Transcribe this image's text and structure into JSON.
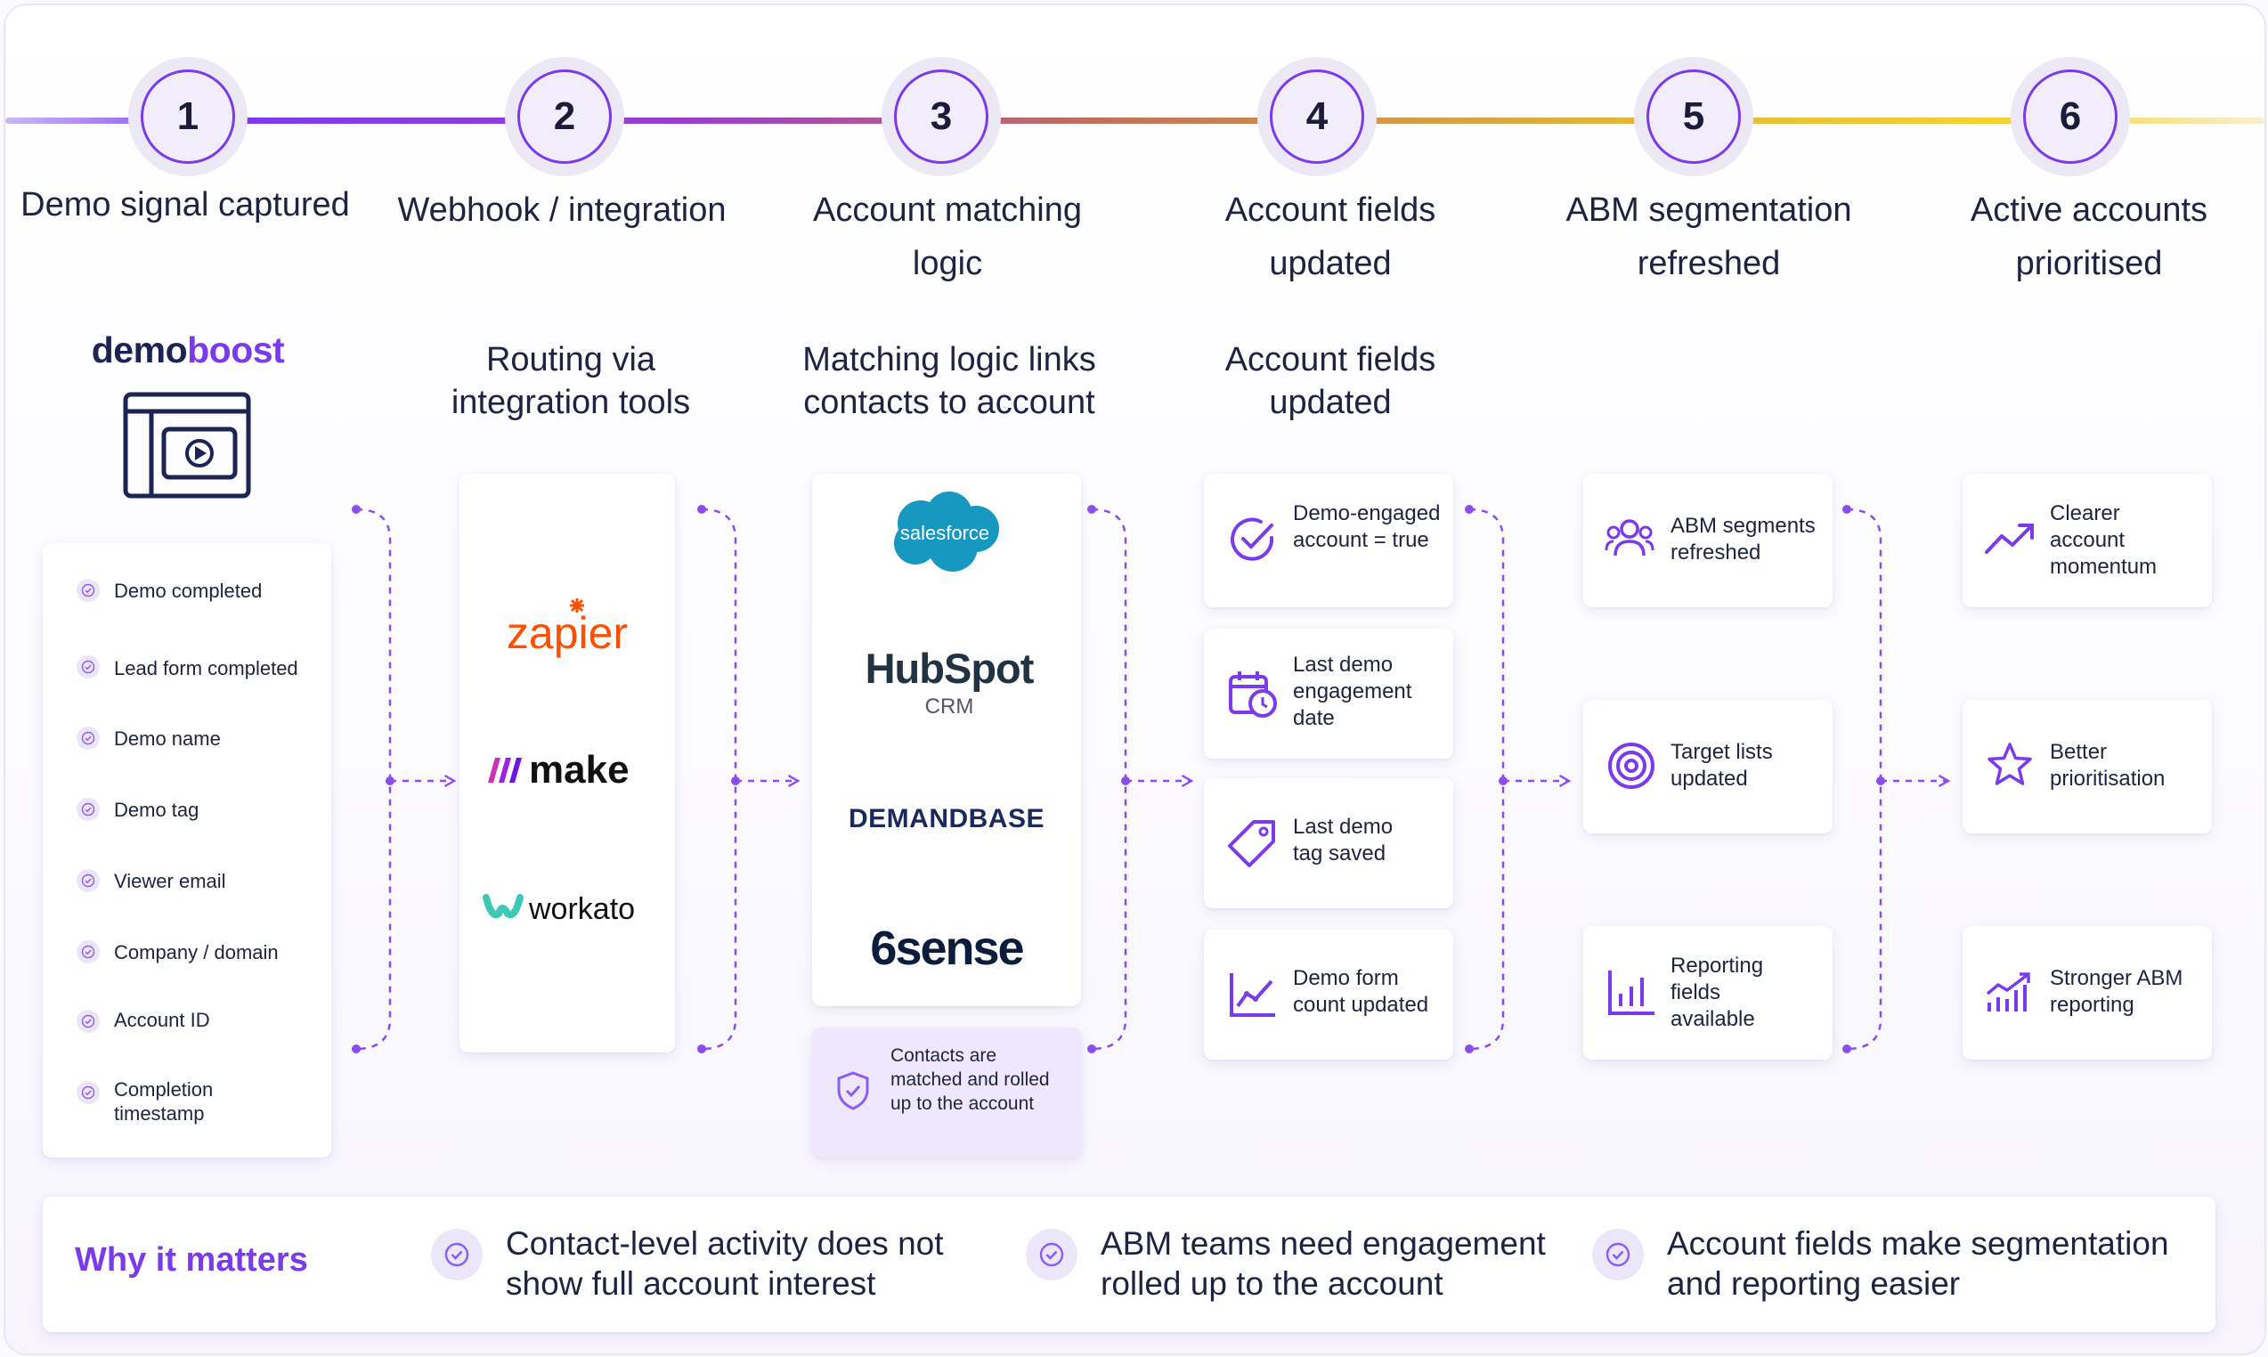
{
  "steps": [
    {
      "num": "1",
      "title": "Demo signal captured"
    },
    {
      "num": "2",
      "title": "Webhook / integration"
    },
    {
      "num": "3",
      "title": "Account matching logic"
    },
    {
      "num": "4",
      "title": "Account fields updated"
    },
    {
      "num": "5",
      "title": "ABM segmentation refreshed"
    },
    {
      "num": "6",
      "title": "Active accounts prioritised"
    }
  ],
  "col1": {
    "brand_demo": "demo",
    "brand_boost": "boost",
    "items": [
      "Demo completed",
      "Lead form completed",
      "Demo name",
      "Demo tag",
      "Viewer email",
      "Company / domain",
      "Account ID",
      "Completion timestamp"
    ]
  },
  "col2": {
    "subtitle": "Routing via integration tools",
    "logos": {
      "zapier": "zapier",
      "make": "make",
      "workato": "workato"
    }
  },
  "col3": {
    "subtitle": "Matching logic links contacts to account",
    "logos": {
      "salesforce": "salesforce",
      "hubspot": "HubSpot",
      "hubspot_sub": "CRM",
      "demandbase": "DEMANDBASE",
      "sixsense": "6sense"
    },
    "note": "Contacts are matched and rolled up to the account"
  },
  "col4": {
    "subtitle": "Account fields updated",
    "cards": [
      {
        "icon": "check-circle-icon",
        "text": "Demo-engaged account = true"
      },
      {
        "icon": "calendar-clock-icon",
        "text": "Last demo engagement date"
      },
      {
        "icon": "tag-icon",
        "text": "Last demo tag saved"
      },
      {
        "icon": "line-chart-icon",
        "text": "Demo form count updated"
      }
    ]
  },
  "col5": {
    "cards": [
      {
        "icon": "users-icon",
        "text": "ABM segments refreshed"
      },
      {
        "icon": "target-icon",
        "text": "Target lists updated"
      },
      {
        "icon": "bar-chart-icon",
        "text": "Reporting fields available"
      }
    ]
  },
  "col6": {
    "cards": [
      {
        "icon": "trending-up-icon",
        "text": "Clearer account momentum"
      },
      {
        "icon": "star-icon",
        "text": "Better prioritisation"
      },
      {
        "icon": "growth-chart-icon",
        "text": "Stronger ABM reporting"
      }
    ]
  },
  "why": {
    "heading": "Why it matters",
    "points": [
      "Contact-level activity does not show full account interest",
      "ABM teams need engagement rolled up to the account",
      "Account fields make segmentation and reporting easier"
    ]
  },
  "colors": {
    "accent": "#7c3aed",
    "text": "#1f2340",
    "salesforce": "#1798c1",
    "hubspot": "#ff7a59",
    "zapier": "#ff4f00",
    "navy": "#1b2a5e"
  }
}
